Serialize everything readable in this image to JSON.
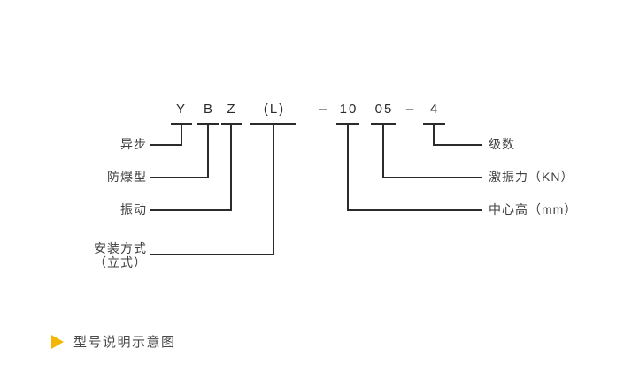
{
  "diagram": {
    "title_hint": "model designation explanation",
    "code_parts": [
      {
        "text": "Y"
      },
      {
        "text": "B"
      },
      {
        "text": "Z"
      },
      {
        "text": "(L)"
      },
      {
        "text": "–"
      },
      {
        "text": "10"
      },
      {
        "text": "05"
      },
      {
        "text": "–"
      },
      {
        "text": "4"
      }
    ],
    "left_labels": [
      {
        "text": "异步"
      },
      {
        "text": "防爆型"
      },
      {
        "text": "振动"
      },
      {
        "text": "安装方式",
        "text2": "（立式）"
      }
    ],
    "right_labels": [
      {
        "text": "级数"
      },
      {
        "text": "激振力（KN）"
      },
      {
        "text": "中心高（mm）"
      }
    ]
  },
  "caption": {
    "text": "型号说明示意图"
  },
  "colors": {
    "line": "#2b2b2b",
    "text": "#3f3f3f",
    "accent": "#f2b705",
    "background": "#ffffff"
  }
}
